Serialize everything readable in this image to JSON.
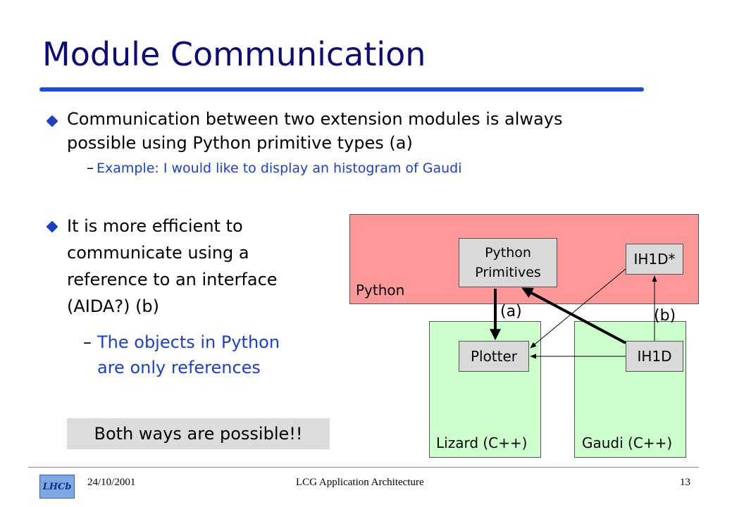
{
  "slide": {
    "title": "Module Communication",
    "bullet1": {
      "line1": "Communication between two extension modules is always",
      "line2": "possible using Python primitive types (a)",
      "sub_dash": "–",
      "sub": "Example: I would like to display an histogram of Gaudi"
    },
    "bullet2": {
      "line1": "It is more efficient to",
      "line2": "communicate using a",
      "line3": "reference to an interface",
      "line4": "(AIDA?) (b)",
      "sub_dash": "–",
      "sub_line1": "The objects in Python",
      "sub_line2": "are only references"
    },
    "callout": "Both ways are possible!!"
  },
  "diagram": {
    "python_label": "Python",
    "python_primitives_line1": "Python",
    "python_primitives_line2": "Primitives",
    "ih1d_star": "IH1D*",
    "ih1d": "IH1D",
    "plotter": "Plotter",
    "label_a": "(a)",
    "label_b": "(b)",
    "lizard_label": "Lizard (C++)",
    "gaudi_label": "Gaudi (C++)",
    "colors": {
      "python_area": "#ff9999",
      "cpp_area": "#ccffcc",
      "node": "#d9d9d9"
    }
  },
  "footer": {
    "date": "24/10/2001",
    "center": "LCG Application Architecture",
    "page": "13",
    "logo_text": "LHCb"
  }
}
